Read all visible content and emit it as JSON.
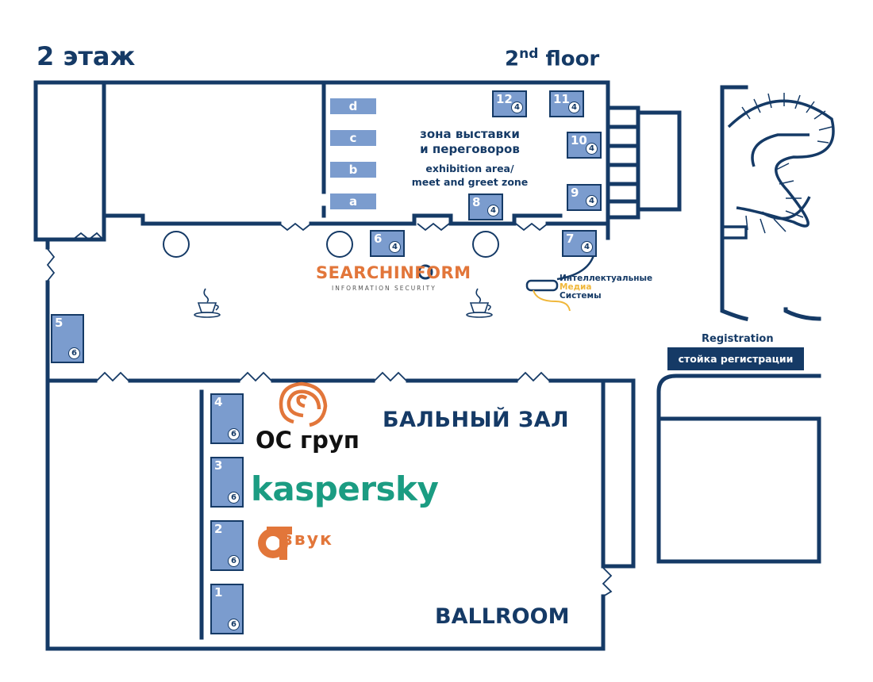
{
  "map": {
    "title_ru": "2 этаж",
    "title_en": "2",
    "title_en_sup": "nd",
    "title_en_word": "floor",
    "exhibition_zone": {
      "label_ru_line1": "зона выставки",
      "label_ru_line2": "и переговоров",
      "label_en_line1": "exhibition area/",
      "label_en_line2": "meet and greet zone"
    },
    "ballroom": {
      "label_ru": "БАЛЬНЫЙ ЗАЛ",
      "label_en": "BALLROOM"
    },
    "registration": {
      "label_en": "Registration",
      "label_ru": "стойка регистрации"
    },
    "room_booths": [
      "d",
      "c",
      "b",
      "a"
    ],
    "booths": [
      {
        "num": "12",
        "type": "4"
      },
      {
        "num": "11",
        "type": "4"
      },
      {
        "num": "10",
        "type": "4"
      },
      {
        "num": "9",
        "type": "4"
      },
      {
        "num": "8",
        "type": "4"
      },
      {
        "num": "7",
        "type": "4"
      },
      {
        "num": "6",
        "type": "4"
      },
      {
        "num": "5",
        "type": "6"
      },
      {
        "num": "4",
        "type": "6"
      },
      {
        "num": "3",
        "type": "6"
      },
      {
        "num": "2",
        "type": "6"
      },
      {
        "num": "1",
        "type": "6"
      }
    ],
    "logos": {
      "searchinform": "SEARCHINFORM",
      "searchinform_sub": "INFORMATION SECURITY",
      "ims_line1": "Интеллектуальные",
      "ims_line2": "Медиа",
      "ims_line3": "Системы",
      "oc_group": "ОС груп",
      "kaspersky": "kaspersky",
      "otzvuk": "звук"
    },
    "colors": {
      "wall": "#153a66",
      "booth": "#7b9cce",
      "searchinform": "#e2763a",
      "kaspersky": "#1b9c82"
    },
    "icons": [
      "coffee-cup-icon",
      "door-icon",
      "column-icon",
      "staircase-icon"
    ]
  }
}
